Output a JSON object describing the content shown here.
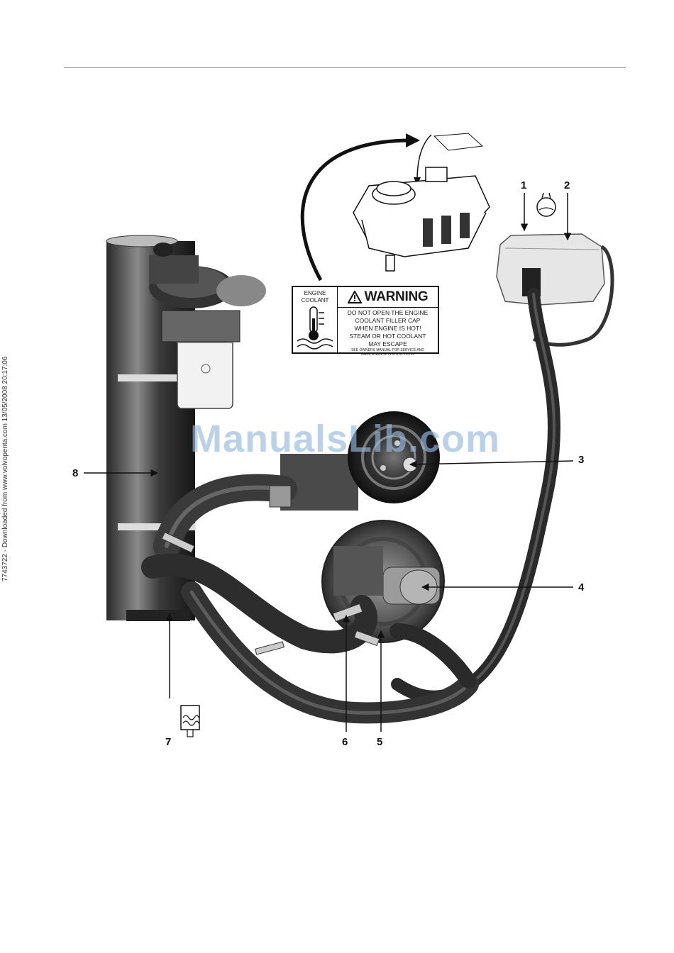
{
  "sidebar": {
    "download_text": "7743722 - Downloaded from www.volvopenta.com 13/05/2008 20:17:06"
  },
  "watermark": {
    "text": "ManualsLib.com"
  },
  "warning_label": {
    "left_text": "ENGINE COOLANT",
    "title": "WARNING",
    "line1": "DO NOT OPEN THE ENGINE",
    "line2": "COOLANT FILLER CAP",
    "line3": "WHEN ENGINE IS HOT!",
    "line4": "STEAM OR HOT COOLANT",
    "line5": "MAY ESCAPE",
    "small1": "SEE OWNERS MANUAL FOR SERVICE AND",
    "small2": "MAINTENANCE INSTRUCTIONS"
  },
  "callouts": {
    "c1": "1",
    "c2": "2",
    "c3": "3",
    "c4": "4",
    "c5": "5",
    "c6": "6",
    "c7": "7",
    "c8": "8"
  }
}
